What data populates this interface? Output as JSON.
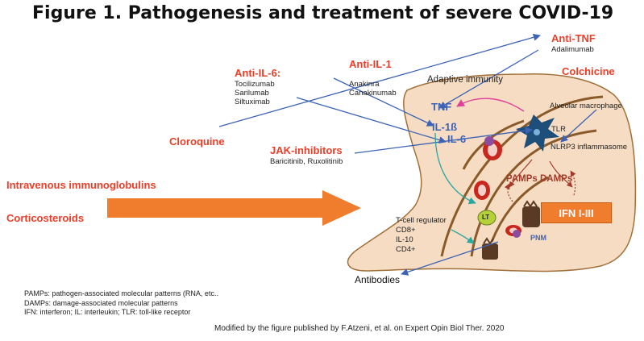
{
  "title": "Figure 1. Pathogenesis and treatment of severe COVID-19",
  "treatments": {
    "anti_tnf": {
      "label": "Anti-TNF",
      "drugs": [
        "Adalimumab"
      ]
    },
    "anti_il1": {
      "label": "Anti-IL-1",
      "drugs": [
        "Anakinra",
        "Canakinumab"
      ]
    },
    "anti_il6": {
      "label": "Anti-IL-6:",
      "drugs": [
        "Tocilizumab",
        "Sarilumab",
        "Siltuximab"
      ]
    },
    "colchicine": {
      "label": "Colchicine"
    },
    "cloroquine": {
      "label": "Cloroquine"
    },
    "jak": {
      "label": "JAK-inhibitors",
      "drugs": [
        "Baricitinib, Ruxolitinib"
      ]
    },
    "ivig": {
      "label": "Intravenous immunoglobulins"
    },
    "corticosteroids": {
      "label": "Corticosteroids"
    }
  },
  "cytokines": {
    "tnf": "TNF",
    "il1b": "IL-1ß",
    "il6": "IL-6"
  },
  "labels": {
    "adaptive_immunity": "Adaptive immunity",
    "alveolar_macrophage": "Alveolar macrophage",
    "tlr": "TLR",
    "nlrp3": "NLRP3 inflammasome",
    "pamps_damps": "PAMPs DAMPs",
    "ifn": "IFN I-III",
    "lt": "LT",
    "pnm": "PNM",
    "tcell": [
      "T-cell regulator",
      "CD8+",
      "IL-10",
      "CD4+"
    ],
    "antibodies": "Antibodies"
  },
  "footnotes": [
    "PAMPs: pathogen-associated molecular patterns  (RNA, etc..",
    "DAMPs: damage-associated molecular patterns",
    "IFN: interferon; IL: interleukin; TLR: toll-like receptor"
  ],
  "credit": "Modified by the figure published by F.Atzeni, et al. on Expert Opin Biol Ther. 2020",
  "colors": {
    "red": "#e8402a",
    "blue": "#3d63b5",
    "orange": "#f07d2e",
    "lung": "#f6dcc2",
    "lung_border": "#a0703a"
  }
}
